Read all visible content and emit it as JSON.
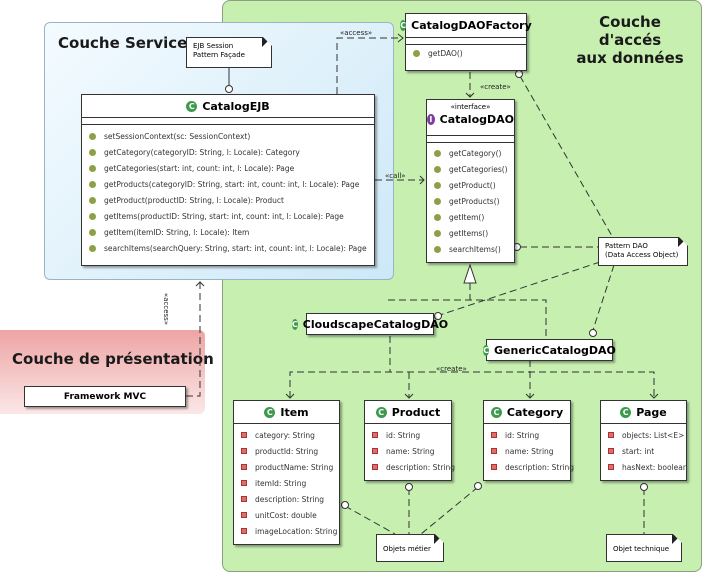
{
  "layers": {
    "service": "Couche Service",
    "data_access_line1": "Couche d'accés",
    "data_access_line2": "aux données",
    "presentation": "Couche de présentation"
  },
  "notes": {
    "ejb_line1": "EJB Session",
    "ejb_line2": "Pattern Façade",
    "dao_line1": "Pattern DAO",
    "dao_line2": "(Data Access Object)",
    "business": "Objets métier",
    "technical": "Objet technique"
  },
  "relations": {
    "access_top": "«access»",
    "create_factory": "«create»",
    "call": "«call»",
    "create_entities": "«create»",
    "access_left": "«access»"
  },
  "framework": "Framework MVC",
  "catalog_ejb": {
    "name": "CatalogEJB",
    "methods": [
      "setSessionContext(sc: SessionContext)",
      "getCategory(categoryID: String, l: Locale): Category",
      "getCategories(start: int, count: int, l: Locale): Page",
      "getProducts(categoryID: String, start: int, count: int, l: Locale): Page",
      "getProduct(productID: String, l: Locale): Product",
      "getItems(productID: String, start: int, count: int, l: Locale): Page",
      "getItem(itemID: String, l: Locale): Item",
      "searchItems(searchQuery: String, start: int, count: int, l: Locale): Page"
    ]
  },
  "factory": {
    "name": "CatalogDAOFactory",
    "methods": [
      "getDAO()"
    ]
  },
  "catalog_dao": {
    "stereotype": "«interface»",
    "name": "CatalogDAO",
    "methods": [
      "getCategory()",
      "getCategories()",
      "getProduct()",
      "getProducts()",
      "getItem()",
      "getItems()",
      "searchItems()"
    ]
  },
  "cloudscape": "CloudscapeCatalogDAO",
  "generic": "GenericCatalogDAO",
  "item": {
    "name": "Item",
    "fields": [
      "category: String",
      "productId: String",
      "productName: String",
      "itemId: String",
      "description: String",
      "unitCost: double",
      "imageLocation: String"
    ]
  },
  "product": {
    "name": "Product",
    "fields": [
      "id: String",
      "name: String",
      "description: String"
    ]
  },
  "category": {
    "name": "Category",
    "fields": [
      "id: String",
      "name: String",
      "description: String"
    ]
  },
  "page": {
    "name": "Page",
    "fields": [
      "objects: List<E>",
      "start: int",
      "hasNext: boolean"
    ]
  },
  "colors": {
    "data_layer": "#c6efb0",
    "service_layer": "#cde8f7",
    "presentation_layer": "#eea4a4",
    "class_icon": "#3e9a4a",
    "interface_icon": "#7a3fa0"
  }
}
